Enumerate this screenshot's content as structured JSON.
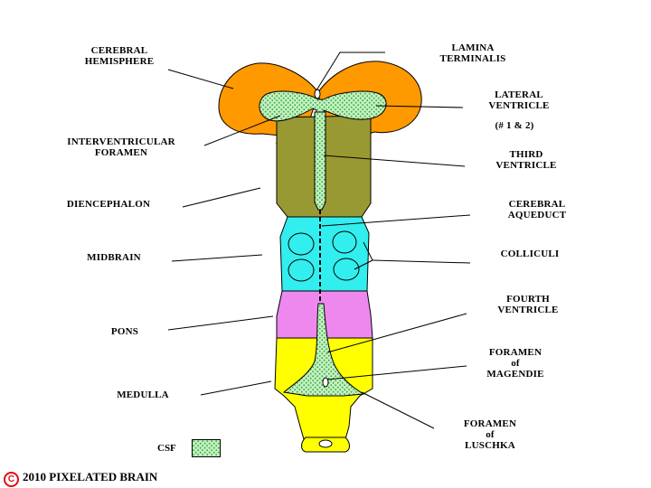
{
  "labels": {
    "cerebral_hemisphere": [
      "CEREBRAL",
      "HEMISPHERE"
    ],
    "lamina_terminalis": [
      "LAMINA",
      "TERMINALIS"
    ],
    "lateral_ventricle": [
      "LATERAL",
      "VENTRICLE"
    ],
    "lateral_ventricle_note": "(# 1 & 2)",
    "interventricular_foramen": [
      "INTERVENTRICULAR",
      "FORAMEN"
    ],
    "third_ventricle": [
      "THIRD",
      "VENTRICLE"
    ],
    "diencephalon": "DIENCEPHALON",
    "cerebral_aqueduct": [
      "CEREBRAL",
      "AQUEDUCT"
    ],
    "midbrain": "MIDBRAIN",
    "colliculi": "COLLICULI",
    "fourth_ventricle": [
      "FOURTH",
      "VENTRICLE"
    ],
    "pons": "PONS",
    "foramen_of_magendie": [
      "FORAMEN",
      "of",
      "MAGENDIE"
    ],
    "medulla": "MEDULLA",
    "foramen_of_luschka": [
      "FORAMEN",
      "of",
      "LUSCHKA"
    ]
  },
  "legend": {
    "label": "CSF"
  },
  "copyright": {
    "symbol": "C",
    "text": "2010  PIXELATED BRAIN"
  },
  "colors": {
    "cerebral_hemisphere": "#ff9900",
    "diencephalon": "#999933",
    "midbrain": "#33eeee",
    "pons": "#ee88ee",
    "medulla": "#ffff00",
    "csf": "#c4f0c4",
    "csf_dots": "#33aa33",
    "copyright_mark": "#e01010"
  }
}
